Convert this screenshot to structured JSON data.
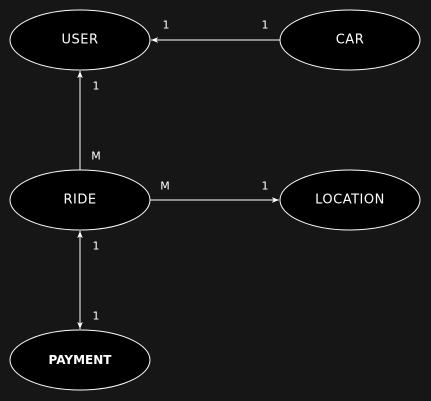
{
  "nodes": {
    "user": {
      "label": "USER"
    },
    "car": {
      "label": "CAR"
    },
    "ride": {
      "label": "RIDE"
    },
    "location": {
      "label": "LOCATION"
    },
    "payment": {
      "label": "PAYMENT"
    }
  },
  "edges": {
    "car_user": {
      "from": "CAR",
      "to": "USER",
      "from_cardinality": "1",
      "to_cardinality": "1"
    },
    "ride_user": {
      "from": "RIDE",
      "to": "USER",
      "from_cardinality": "M",
      "to_cardinality": "1"
    },
    "ride_location": {
      "from": "RIDE",
      "to": "LOCATION",
      "from_cardinality": "M",
      "to_cardinality": "1"
    },
    "ride_payment": {
      "from": "RIDE",
      "to": "PAYMENT",
      "from_cardinality": "1",
      "to_cardinality": "1"
    }
  },
  "colors": {
    "background": "#161616",
    "node_fill": "#000000",
    "stroke": "#ffffff",
    "text": "#ffffff"
  }
}
